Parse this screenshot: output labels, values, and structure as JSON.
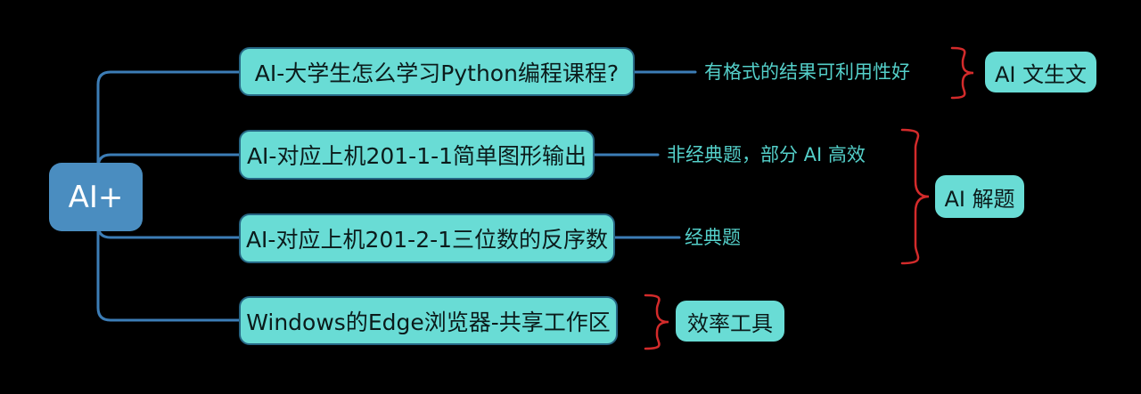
{
  "root": {
    "label": "AI+"
  },
  "branches": [
    {
      "topic": "AI-大学生怎么学习Python编程课程?",
      "note": "有格式的结果可利用性好"
    },
    {
      "topic": "AI-对应上机201-1-1简单图形输出",
      "note": "非经典题，部分 AI 高效"
    },
    {
      "topic": "AI-对应上机201-2-1三位数的反序数",
      "note": "经典题"
    },
    {
      "topic": "Windows的Edge浏览器-共享工作区",
      "note": ""
    }
  ],
  "categories": [
    {
      "label": "AI 文生文",
      "covers": [
        "AI-大学生怎么学习Python编程课程?"
      ]
    },
    {
      "label": "AI 解题",
      "covers": [
        "AI-对应上机201-1-1简单图形输出",
        "AI-对应上机201-2-1三位数的反序数"
      ]
    },
    {
      "label": "效率工具",
      "covers": [
        "Windows的Edge浏览器-共享工作区"
      ]
    }
  ],
  "colors": {
    "background": "#000000",
    "root_fill": "#4a8dc0",
    "root_text": "#ffffff",
    "topic_fill": "#69dcd5",
    "topic_border": "#266684",
    "topic_text": "#0b1b1b",
    "connector": "#3c7db6",
    "note_text": "#54cfc9",
    "brace": "#d32b2b"
  }
}
